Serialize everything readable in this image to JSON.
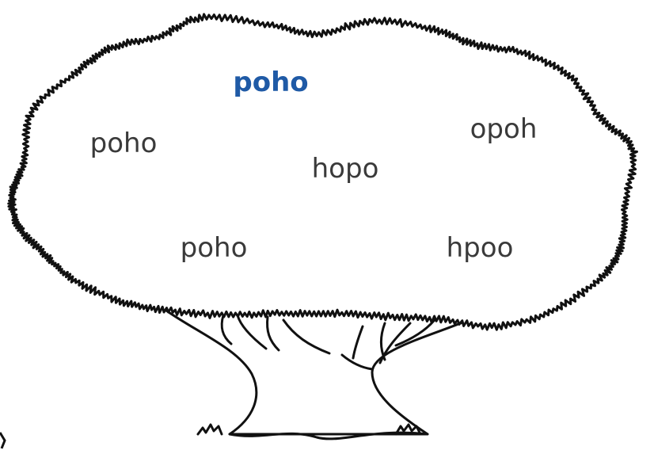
{
  "target": {
    "text": "poho",
    "color": "#1f5aa6"
  },
  "words": [
    {
      "text": "poho"
    },
    {
      "text": "opoh"
    },
    {
      "text": "hopo"
    },
    {
      "text": "poho"
    },
    {
      "text": "hpoo"
    }
  ],
  "colors": {
    "stroke": "#111111",
    "word": "#3a3a3a",
    "background": "#ffffff"
  },
  "illustration": "tree-icon"
}
